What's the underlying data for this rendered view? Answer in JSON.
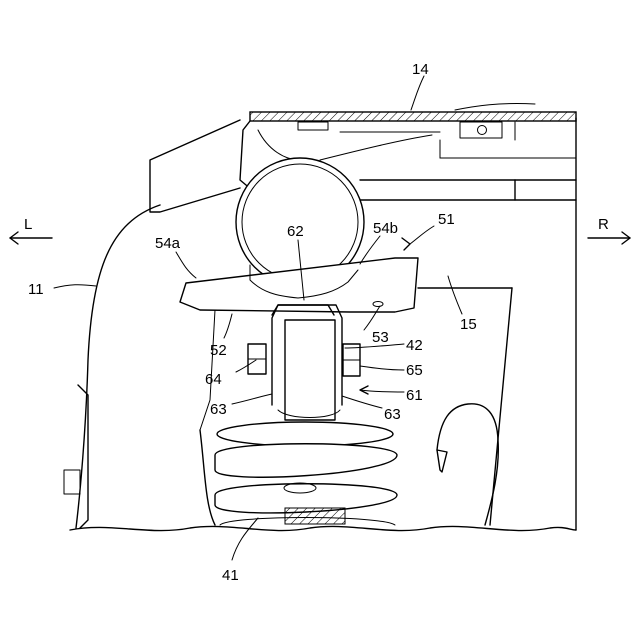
{
  "directions": {
    "left": "L",
    "right": "R"
  },
  "labels": {
    "n14": "14",
    "n51": "51",
    "n54a": "54a",
    "n54b": "54b",
    "n62": "62",
    "n11": "11",
    "n15": "15",
    "n52": "52",
    "n53": "53",
    "n42": "42",
    "n64": "64",
    "n65": "65",
    "n61": "61",
    "n63a": "63",
    "n63b": "63",
    "n41": "41"
  }
}
